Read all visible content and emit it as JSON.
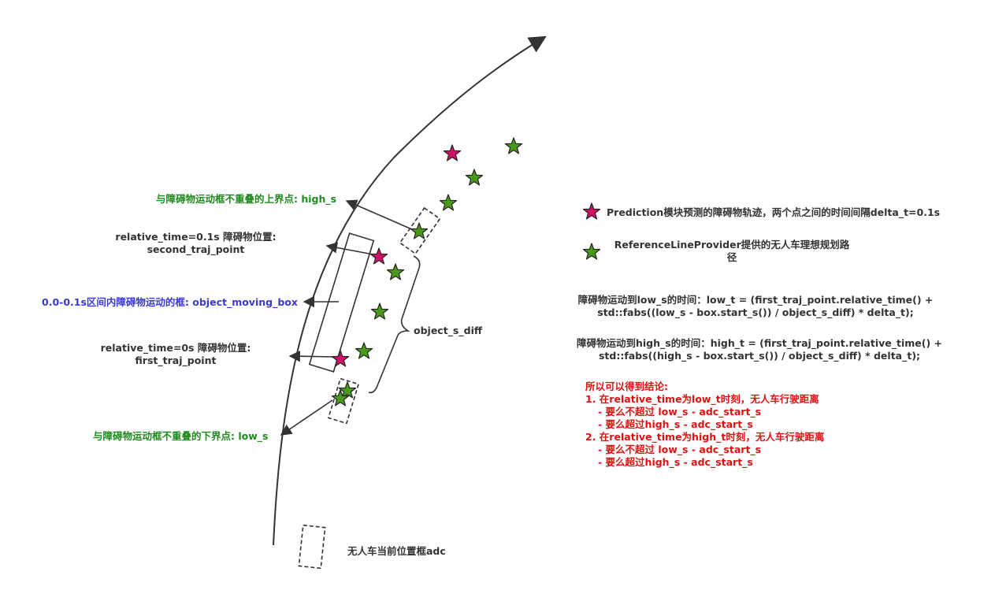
{
  "labels": {
    "high_s": "与障碍物运动框不重叠的上界点: high_s",
    "second_point_l1": "relative_time=0.1s 障碍物位置:",
    "second_point_l2": "second_traj_point",
    "moving_box": "0.0-0.1s区间内障碍物运动的框: object_moving_box",
    "first_point_l1": "relative_time=0s 障碍物位置:",
    "first_point_l2": "first_traj_point",
    "low_s": "与障碍物运动框不重叠的下界点: low_s",
    "object_s_diff": "object_s_diff",
    "adc": "无人车当前位置框adc"
  },
  "legend": {
    "prediction": "Prediction模块预测的障碍物轨迹，两个点之间的时间间隔delta_t=0.1s",
    "reference_l1": "ReferenceLineProvider提供的无人车理想规划路",
    "reference_l2": "径"
  },
  "formulas": {
    "low_l1": "障碍物运动到low_s的时间：low_t = (first_traj_point.relative_time() +",
    "low_l2": "std::fabs((low_s - box.start_s()) / object_s_diff) * delta_t);",
    "high_l1": "障碍物运动到high_s的时间：high_t = (first_traj_point.relative_time() +",
    "high_l2": "std::fabs((high_s - box.start_s()) / object_s_diff) * delta_t);"
  },
  "conclusion": {
    "title": "所以可以得到结论:",
    "c1": "1. 在relative_time为low_t时刻，无人车行驶距离",
    "c1a": "- 要么不超过 low_s - adc_start_s",
    "c1b": "- 要么超过high_s - adc_start_s",
    "c2": "2. 在relative_time为high_t时刻，无人车行驶距离",
    "c2a": "- 要么不超过 low_s - adc_start_s",
    "c2b": "- 要么超过high_s - adc_start_s"
  },
  "colors": {
    "line": "#333333",
    "obstacle_star": "#cc1166",
    "path_star": "#4a9a1a",
    "green_text": "#1e8a1e",
    "blue_text": "#3a3ad0",
    "red_text": "#e01010"
  }
}
